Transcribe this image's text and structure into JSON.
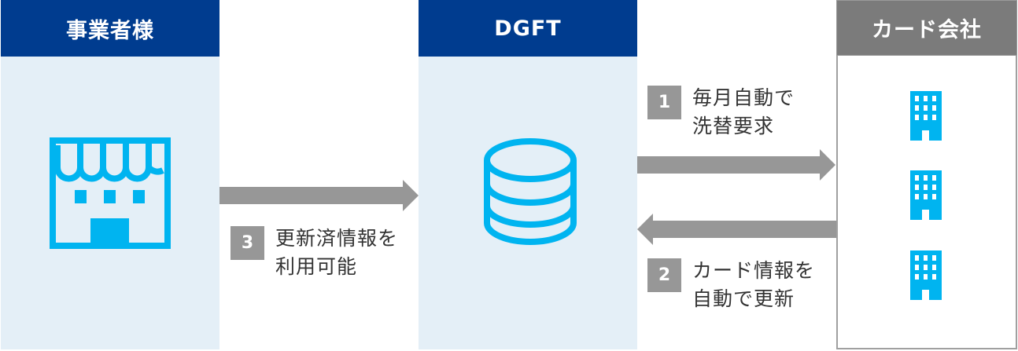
{
  "columns": {
    "merchant": {
      "title": "事業者様",
      "icon": "store-icon"
    },
    "dgft": {
      "title": "DGFT",
      "icon": "database-icon"
    },
    "card_company": {
      "title": "カード会社",
      "icons": [
        "building-icon",
        "building-icon",
        "building-icon"
      ]
    }
  },
  "steps": [
    {
      "number": "1",
      "line1": "毎月自動で",
      "line2": "洗替要求",
      "direction": "DGFT → カード会社"
    },
    {
      "number": "2",
      "line1": "カード情報を",
      "line2": "自動で更新",
      "direction": "カード会社 → DGFT"
    },
    {
      "number": "3",
      "line1": "更新済情報を",
      "line2": "利用可能",
      "direction": "事業者様 → DGFT"
    }
  ],
  "colors": {
    "header_blue": "#003c8f",
    "header_gray": "#7b7b7b",
    "panel_bg": "#e4eff7",
    "icon_cyan": "#00b4f0",
    "arrow_gray": "#979797"
  }
}
